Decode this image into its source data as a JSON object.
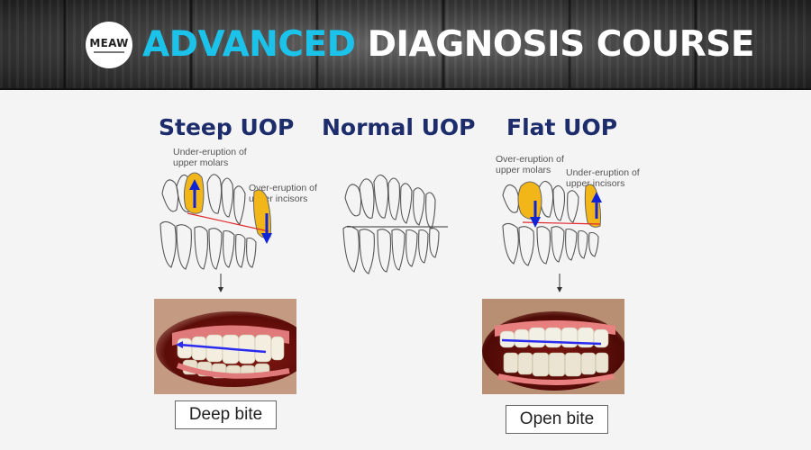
{
  "header": {
    "logo_text": "MEAW",
    "title_accent": "ADVANCED",
    "title_rest": "DIAGNOSIS COURSE"
  },
  "panels": {
    "steep": {
      "heading": "Steep UOP",
      "note_1_line1": "Under-eruption of",
      "note_1_line2": "upper molars",
      "note_2_line1": "Over-eruption of",
      "note_2_line2": "upper incisors",
      "caption": "Deep bite"
    },
    "normal": {
      "heading": "Normal UOP"
    },
    "flat": {
      "heading": "Flat UOP",
      "note_1_line1": "Over-eruption of",
      "note_1_line2": "upper molars",
      "note_2_line1": "Under-eruption of",
      "note_2_line2": "upper incisors",
      "caption": "Open bite"
    }
  },
  "colors": {
    "accent": "#1bc3ea",
    "heading": "#1d2c6b",
    "highlight_tooth": "#f2b619",
    "arrow": "#1024d6",
    "plane_line": "#e0282a"
  }
}
